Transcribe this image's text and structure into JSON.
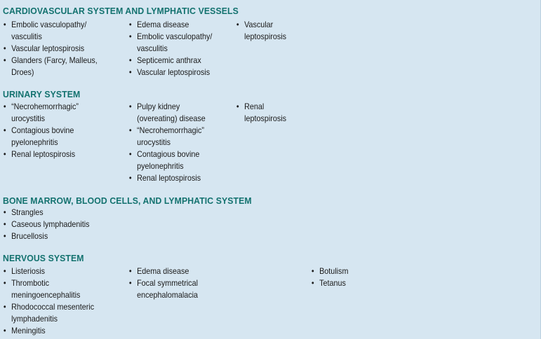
{
  "sections": [
    {
      "heading": "CARDIOVASCULAR SYSTEM AND LYMPHATIC VESSELS",
      "columns": [
        [
          "Embolic vasculopathy/\nvasculitis",
          "Vascular leptospirosis",
          "Glanders (Farcy, Malleus,\nDroes)"
        ],
        [
          "Edema disease",
          "Embolic vasculopathy/\nvasculitis",
          "Septicemic anthrax",
          "Vascular leptospirosis"
        ],
        [
          "Vascular\nleptospirosis"
        ]
      ]
    },
    {
      "heading": "URINARY SYSTEM",
      "columns": [
        [
          "“Necrohemorrhagic”\nurocystitis",
          "Contagious bovine\npyelonephritis",
          "Renal leptospirosis"
        ],
        [
          "Pulpy kidney\n(overeating) disease",
          "“Necrohemorrhagic”\nurocystitis",
          "Contagious bovine\npyelonephritis",
          "Renal leptospirosis"
        ],
        [
          "Renal\nleptospirosis"
        ]
      ]
    },
    {
      "heading": "BONE MARROW, BLOOD CELLS, AND LYMPHATIC SYSTEM",
      "columns": [
        [
          "Strangles",
          "Caseous lymphadenitis",
          "Brucellosis"
        ]
      ]
    },
    {
      "heading": "NERVOUS SYSTEM",
      "columns": [
        [
          "Listeriosis",
          "Thrombotic\nmeningoencephalitis",
          "Rhodococcal mesenteric\nlymphadenitis",
          "Meningitis"
        ],
        [
          "Edema disease",
          "Focal symmetrical\nencephalomalacia"
        ],
        [
          "Botulism",
          "Tetanus"
        ]
      ]
    }
  ]
}
